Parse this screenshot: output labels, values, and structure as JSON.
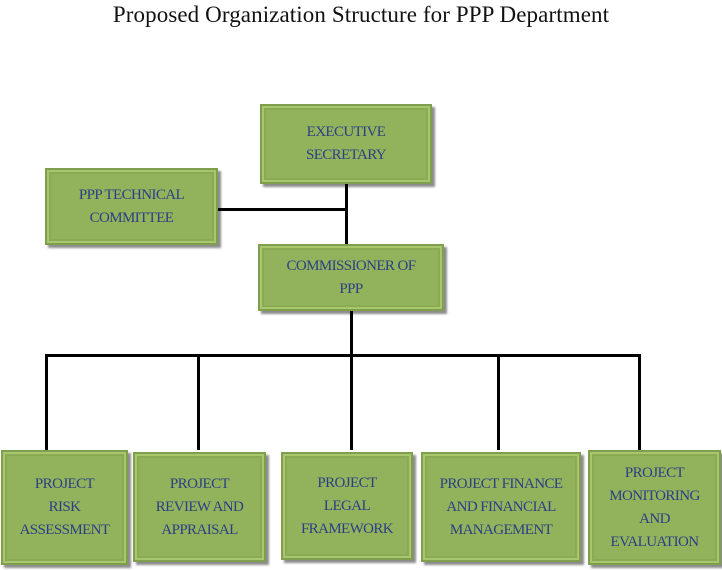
{
  "title": "Proposed Organization Structure for PPP Department",
  "boxes": {
    "executive_secretary": "EXECUTIVE\nSECRETARY",
    "technical_committee": "PPP TECHNICAL\nCOMMITTEE",
    "commissioner": "COMMISSIONER OF\nPPP",
    "risk_assessment": "PROJECT\nRISK\nASSESSMENT",
    "review_appraisal": "PROJECT\nREVIEW AND\nAPPRAISAL",
    "legal_framework": "PROJECT\nLEGAL\nFRAMEWORK",
    "finance_management": "PROJECT FINANCE\nAND FINANCIAL\nMANAGEMENT",
    "monitoring_evaluation": "PROJECT\nMONITORING\nAND\nEVALUATION"
  },
  "colors": {
    "box_fill": "#92b35b",
    "box_text": "#2b3f86",
    "connector": "#000000"
  }
}
